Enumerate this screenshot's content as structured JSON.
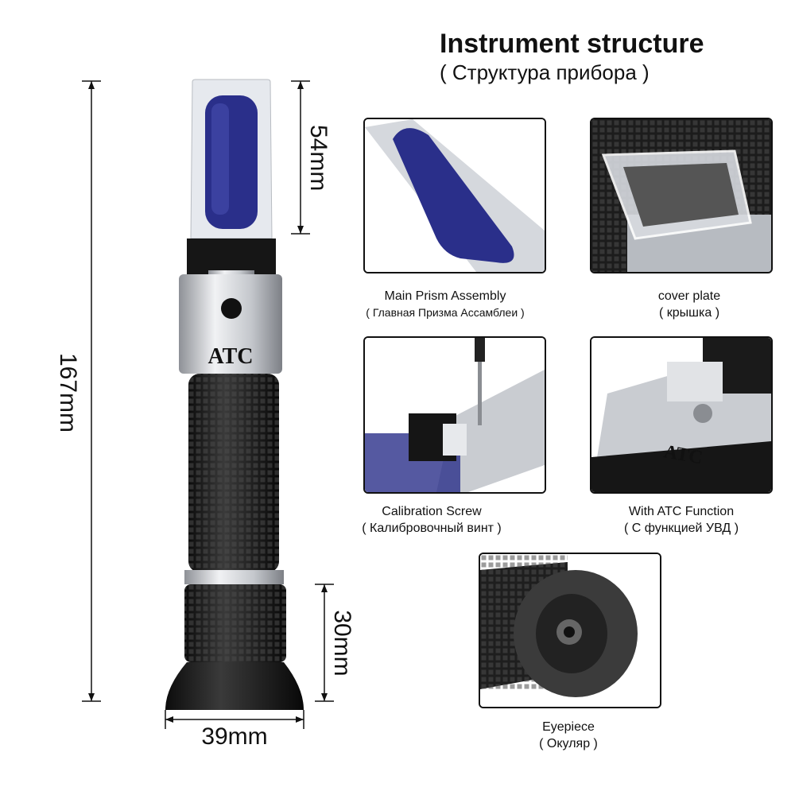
{
  "header": {
    "title": "Instrument structure",
    "subtitle": "( Структура прибора )"
  },
  "dimensions": {
    "total_length": "167mm",
    "prism_length": "54mm",
    "eyepiece_length": "30mm",
    "eyepiece_diameter": "39mm"
  },
  "instrument": {
    "label": "ATC"
  },
  "panels": [
    {
      "en": "Main Prism Assembly",
      "ru": "( Главная Призма Ассамблеи )"
    },
    {
      "en": "cover plate",
      "ru": "( крышка )"
    },
    {
      "en": "Calibration Screw",
      "ru": "( Калибровочный винт )"
    },
    {
      "en": "With ATC Function",
      "ru": "( С функцией УВД )"
    },
    {
      "en": "Eyepiece",
      "ru": "( Окуляр )"
    }
  ],
  "colors": {
    "prism_blue": "#2a2f8a",
    "rubber_black": "#1a1a1a",
    "silver": "#c9ccd1"
  }
}
